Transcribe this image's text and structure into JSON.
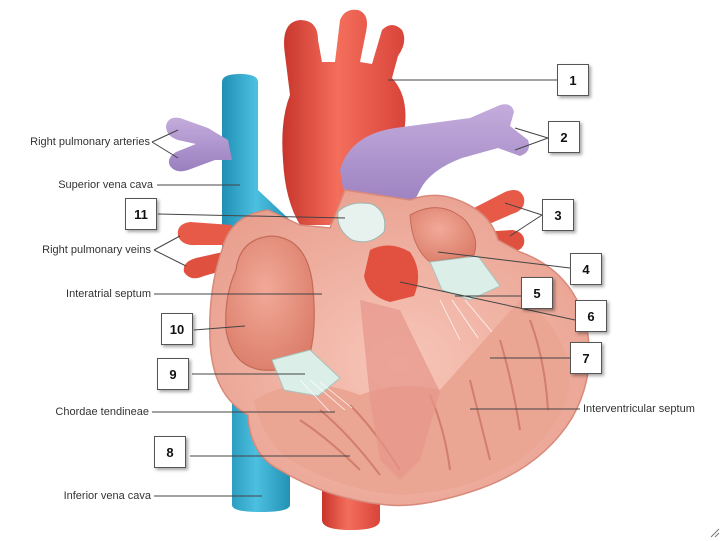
{
  "labels": {
    "right_pulmonary_arteries": "Right pulmonary arteries",
    "superior_vena_cava": "Superior vena cava",
    "right_pulmonary_veins": "Right pulmonary veins",
    "interatrial_septum": "Interatrial septum",
    "chordae_tendineae": "Chordae tendineae",
    "inferior_vena_cava": "Inferior vena cava",
    "interventricular_septum": "Interventricular septum"
  },
  "answer_boxes": [
    "1",
    "2",
    "3",
    "4",
    "5",
    "6",
    "7",
    "8",
    "9",
    "10",
    "11"
  ],
  "colors": {
    "aorta": "#ef5a4a",
    "pulmonary_artery": "#b59ad0",
    "vena_cava": "#3aaed0",
    "heart_tissue": "#f1b6a8",
    "chamber": "#e89684",
    "valve": "#dceee8",
    "leader_line": "#444444"
  },
  "icons": [
    "resize-grip-icon"
  ]
}
